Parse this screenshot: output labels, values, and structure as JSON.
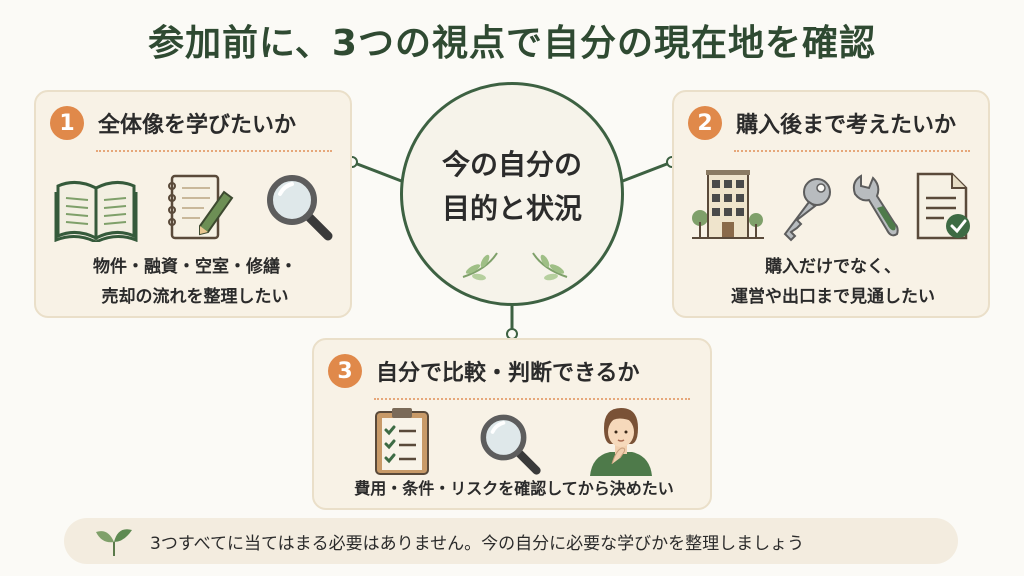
{
  "title": "参加前に、3つの視点で自分の現在地を確認",
  "center": {
    "line1": "今の自分の",
    "line2": "目的と状況"
  },
  "cards": [
    {
      "number": "1",
      "heading": "全体像を学びたいか",
      "desc_line1": "物件・融資・空室・修繕・",
      "desc_line2": "売却の流れを整理したい",
      "icons": [
        "open-book-icon",
        "notebook-pencil-icon",
        "magnifier-icon"
      ]
    },
    {
      "number": "2",
      "heading": "購入後まで考えたいか",
      "desc_line1": "購入だけでなく、",
      "desc_line2": "運営や出口まで見通したい",
      "icons": [
        "building-icon",
        "key-icon",
        "wrench-icon",
        "document-check-icon"
      ]
    },
    {
      "number": "3",
      "heading": "自分で比較・判断できるか",
      "desc_line1": "費用・条件・リスクを確認してから決めたい",
      "icons": [
        "checklist-icon",
        "magnifier-icon",
        "thinking-person-icon"
      ]
    }
  ],
  "footer": {
    "text": "3つすべてに当てはまる必要はありません。今の自分に必要な学びかを整理しましょう",
    "icon": "sprout-icon"
  },
  "colors": {
    "accent_orange": "#e0894a",
    "dark_green": "#2f4a32",
    "card_bg": "#f8f2e6"
  }
}
